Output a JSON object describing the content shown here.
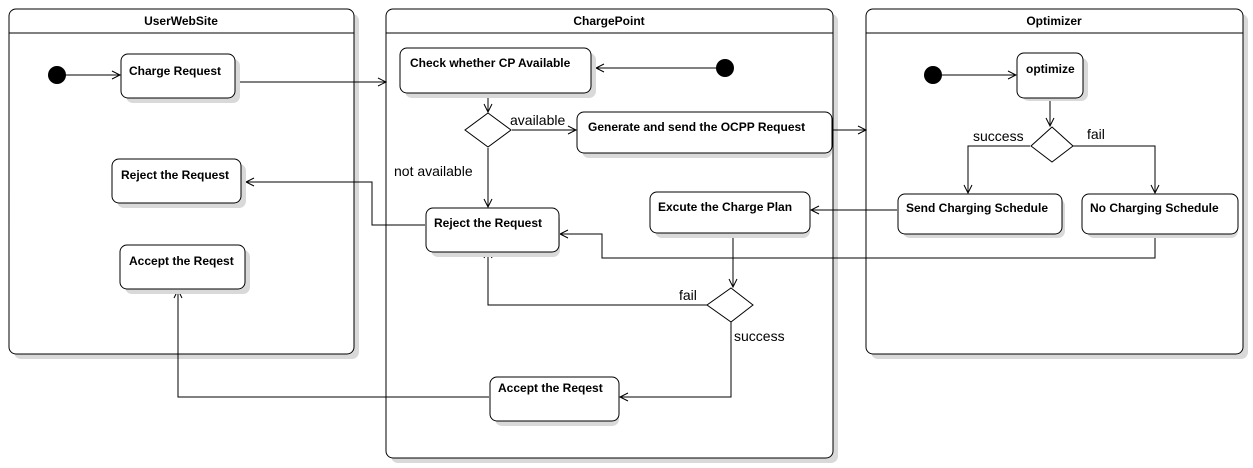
{
  "lanes": {
    "user": "UserWebSite",
    "charge": "ChargePoint",
    "opt": "Optimizer"
  },
  "activities": {
    "charge_request": "Charge Request",
    "reject_user": "Reject the Request",
    "accept_user": "Accept the Reqest",
    "check_cp": "Check whether CP Available",
    "generate_ocpp": "Generate and send the OCPP Request",
    "reject_cp": "Reject the Request",
    "execute_plan": "Excute the Charge Plan",
    "accept_cp": "Accept the Reqest",
    "optimize": "optimize",
    "send_schedule": "Send Charging Schedule",
    "no_schedule": "No Charging Schedule"
  },
  "guards": {
    "available": "available",
    "not_available": "not available",
    "fail_cp": "fail",
    "success_cp": "success",
    "success_opt": "success",
    "fail_opt": "fail"
  }
}
